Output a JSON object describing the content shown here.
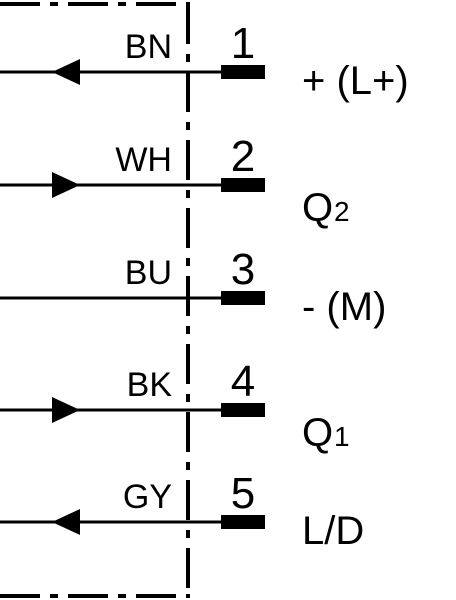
{
  "diagram": {
    "pins": [
      {
        "color_code": "BN",
        "number": "1",
        "signal": "+ (L+)",
        "signal_main": "",
        "signal_sub": "",
        "arrow": "left"
      },
      {
        "color_code": "WH",
        "number": "2",
        "signal": "",
        "signal_main": "Q",
        "signal_sub": "2",
        "arrow": "right"
      },
      {
        "color_code": "BU",
        "number": "3",
        "signal": "- (M)",
        "signal_main": "",
        "signal_sub": "",
        "arrow": "none"
      },
      {
        "color_code": "BK",
        "number": "4",
        "signal": "",
        "signal_main": "Q",
        "signal_sub": "1",
        "arrow": "right"
      },
      {
        "color_code": "GY",
        "number": "5",
        "signal": "L/D",
        "signal_main": "",
        "signal_sub": "",
        "arrow": "left"
      }
    ]
  }
}
